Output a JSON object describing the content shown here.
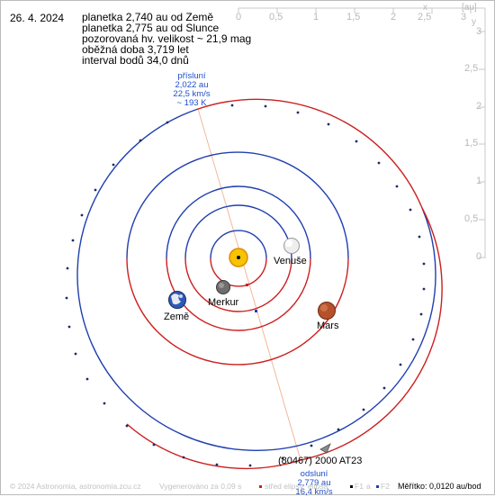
{
  "date": "26. 4. 2024",
  "info_lines": [
    "planetka 2,740 au od Země",
    "planetka 2,775 au od Slunce",
    "pozorovaná hv. velikost ~ 21,9 mag",
    "oběžná doba 3,719 let",
    "interval bodů 34,0 dnů"
  ],
  "perihelion": {
    "label": "přísluní",
    "distance": "2,022 au",
    "speed": "22,5 km/s",
    "temp": "~ 193 K"
  },
  "aphelion": {
    "label": "odsluní",
    "distance": "2,779 au",
    "speed": "16,4 km/s"
  },
  "asteroid_label": "(80467) 2000 AT23",
  "planets": {
    "venus": "Venuše",
    "mercury": "Merkur",
    "earth": "Země",
    "mars": "Mars"
  },
  "axis": {
    "x_unit": "x",
    "y_unit": "y",
    "au_unit": "[au]",
    "x_ticks": [
      "0",
      "0,5",
      "1",
      "1,5",
      "2",
      "2,5",
      "3"
    ],
    "y_ticks": [
      "3",
      "2,5",
      "2",
      "1,5",
      "1",
      "0,5",
      "0"
    ]
  },
  "footer": {
    "copyright": "© 2024 Astronomia, astronomia.zcu.cz",
    "generated": "Vygenerováno za 0,09 s",
    "legend_center": "střed elipsy",
    "legend_ellipse": "elipsa",
    "legend_f1": "F1",
    "legend_a": "a",
    "legend_f2": "F2",
    "scale": "Měřítko: 0,0120 au/bod"
  },
  "colors": {
    "orbit_red": "#cc1f1f",
    "orbit_blue": "#1f3fb0",
    "label_blue": "#1f4fcc",
    "axis_gray": "#b8b8b8",
    "apsis_line": "#f2b89a"
  }
}
